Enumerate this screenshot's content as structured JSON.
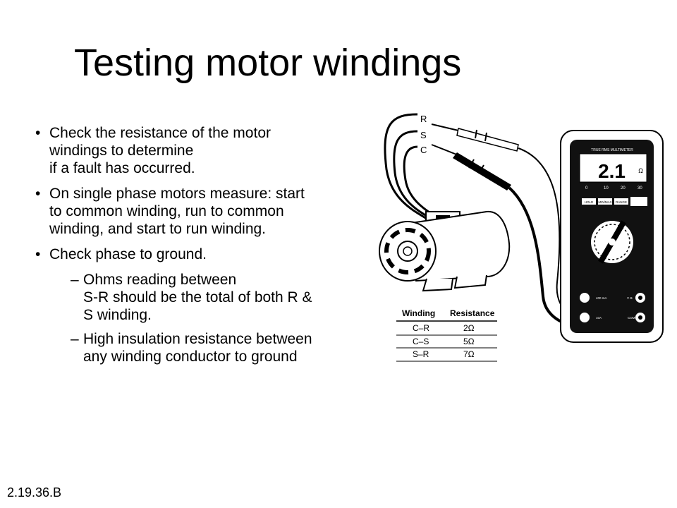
{
  "title": "Testing motor windings",
  "bullets": [
    {
      "lines": [
        "Check the resistance of the motor",
        "windings to determine",
        "if a fault has occurred."
      ]
    },
    {
      "lines": [
        "On single phase motors measure: start",
        "to common winding, run to common",
        "winding, and start to run winding."
      ]
    },
    {
      "lines": [
        "Check phase to ground."
      ]
    }
  ],
  "sub_bullets": [
    {
      "lines": [
        "Ohms reading between",
        "S-R should be the total of both R &",
        "S winding."
      ]
    },
    {
      "lines": [
        "High insulation resistance between",
        "any winding conductor to ground"
      ]
    }
  ],
  "bullet_char": "•",
  "dash_char": "–",
  "footer": "2.19.36.B",
  "figure": {
    "terminal_labels": [
      "R",
      "S",
      "C"
    ],
    "meter": {
      "brand_text": "TRUE RMS MULTIMETER",
      "display_value": "2.1",
      "display_unit": "Ω",
      "scale": [
        "0",
        "10",
        "20",
        "30"
      ],
      "buttons": [
        "HOLD",
        "MIN/MAX",
        "RANGE"
      ],
      "jacks": [
        "400 mA",
        "10A",
        "COM",
        "V Ω"
      ]
    },
    "table": {
      "headers": [
        "Winding",
        "Resistance"
      ],
      "rows": [
        [
          "C–R",
          "2Ω"
        ],
        [
          "C–S",
          "5Ω"
        ],
        [
          "S–R",
          "7Ω"
        ]
      ]
    }
  }
}
